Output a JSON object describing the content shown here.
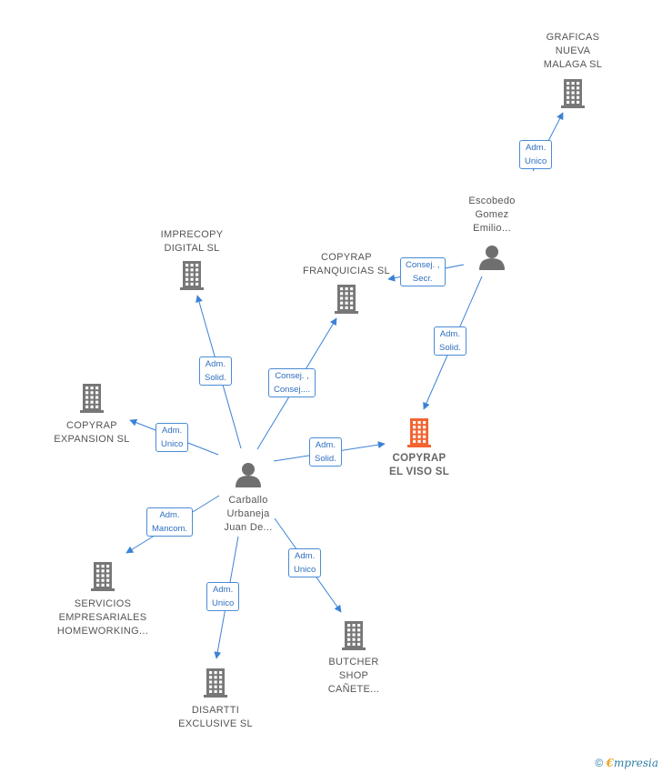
{
  "nodes": [
    {
      "id": "graficas",
      "kind": "company",
      "lines": [
        "GRAFICAS",
        "NUEVA",
        "MALAGA  SL"
      ],
      "main": false
    },
    {
      "id": "escobedo",
      "kind": "person",
      "lines": [
        "Escobedo",
        "Gomez",
        "Emilio..."
      ],
      "main": false
    },
    {
      "id": "imprecopy",
      "kind": "company",
      "lines": [
        "IMPRECOPY",
        "DIGITAL  SL"
      ],
      "main": false
    },
    {
      "id": "franquicias",
      "kind": "company",
      "lines": [
        "COPYRAP",
        "FRANQUICIAS SL"
      ],
      "main": false
    },
    {
      "id": "expansion",
      "kind": "company",
      "lines": [
        "COPYRAP",
        "EXPANSION  SL"
      ],
      "main": false
    },
    {
      "id": "elviso",
      "kind": "company",
      "lines": [
        "COPYRAP",
        "EL VISO  SL"
      ],
      "main": true
    },
    {
      "id": "carballo",
      "kind": "person",
      "lines": [
        "Carballo",
        "Urbaneja",
        "Juan De..."
      ],
      "main": false
    },
    {
      "id": "servicios",
      "kind": "company",
      "lines": [
        "SERVICIOS",
        "EMPRESARIALES",
        "HOMEWORKING..."
      ],
      "main": false
    },
    {
      "id": "butcher",
      "kind": "company",
      "lines": [
        "BUTCHER",
        "SHOP",
        "CAÑETE..."
      ],
      "main": false
    },
    {
      "id": "disartti",
      "kind": "company",
      "lines": [
        "DISARTTI",
        "EXCLUSIVE  SL"
      ],
      "main": false
    }
  ],
  "edges": [
    {
      "from": "escobedo",
      "to": "graficas",
      "lines": [
        "Adm.",
        "Unico"
      ]
    },
    {
      "from": "escobedo",
      "to": "franquicias",
      "lines": [
        "Consej. ,",
        "Secr."
      ]
    },
    {
      "from": "escobedo",
      "to": "elviso",
      "lines": [
        "Adm.",
        "Solid."
      ]
    },
    {
      "from": "carballo",
      "to": "imprecopy",
      "lines": [
        "Adm.",
        "Solid."
      ]
    },
    {
      "from": "carballo",
      "to": "franquicias",
      "lines": [
        "Consej. ,",
        "Consej...."
      ]
    },
    {
      "from": "carballo",
      "to": "expansion",
      "lines": [
        "Adm.",
        "Unico"
      ]
    },
    {
      "from": "carballo",
      "to": "elviso",
      "lines": [
        "Adm.",
        "Solid."
      ]
    },
    {
      "from": "carballo",
      "to": "servicios",
      "lines": [
        "Adm.",
        "Mancom."
      ]
    },
    {
      "from": "carballo",
      "to": "disartti",
      "lines": [
        "Adm.",
        "Unico"
      ]
    },
    {
      "from": "carballo",
      "to": "butcher",
      "lines": [
        "Adm.",
        "Unico"
      ]
    }
  ],
  "colors": {
    "edge": "#3b82d6",
    "company": "#777777",
    "main_company": "#f26432",
    "person": "#6f6f6f"
  },
  "brand": {
    "copyright": "©",
    "e": "€",
    "rest": "mpresia"
  }
}
